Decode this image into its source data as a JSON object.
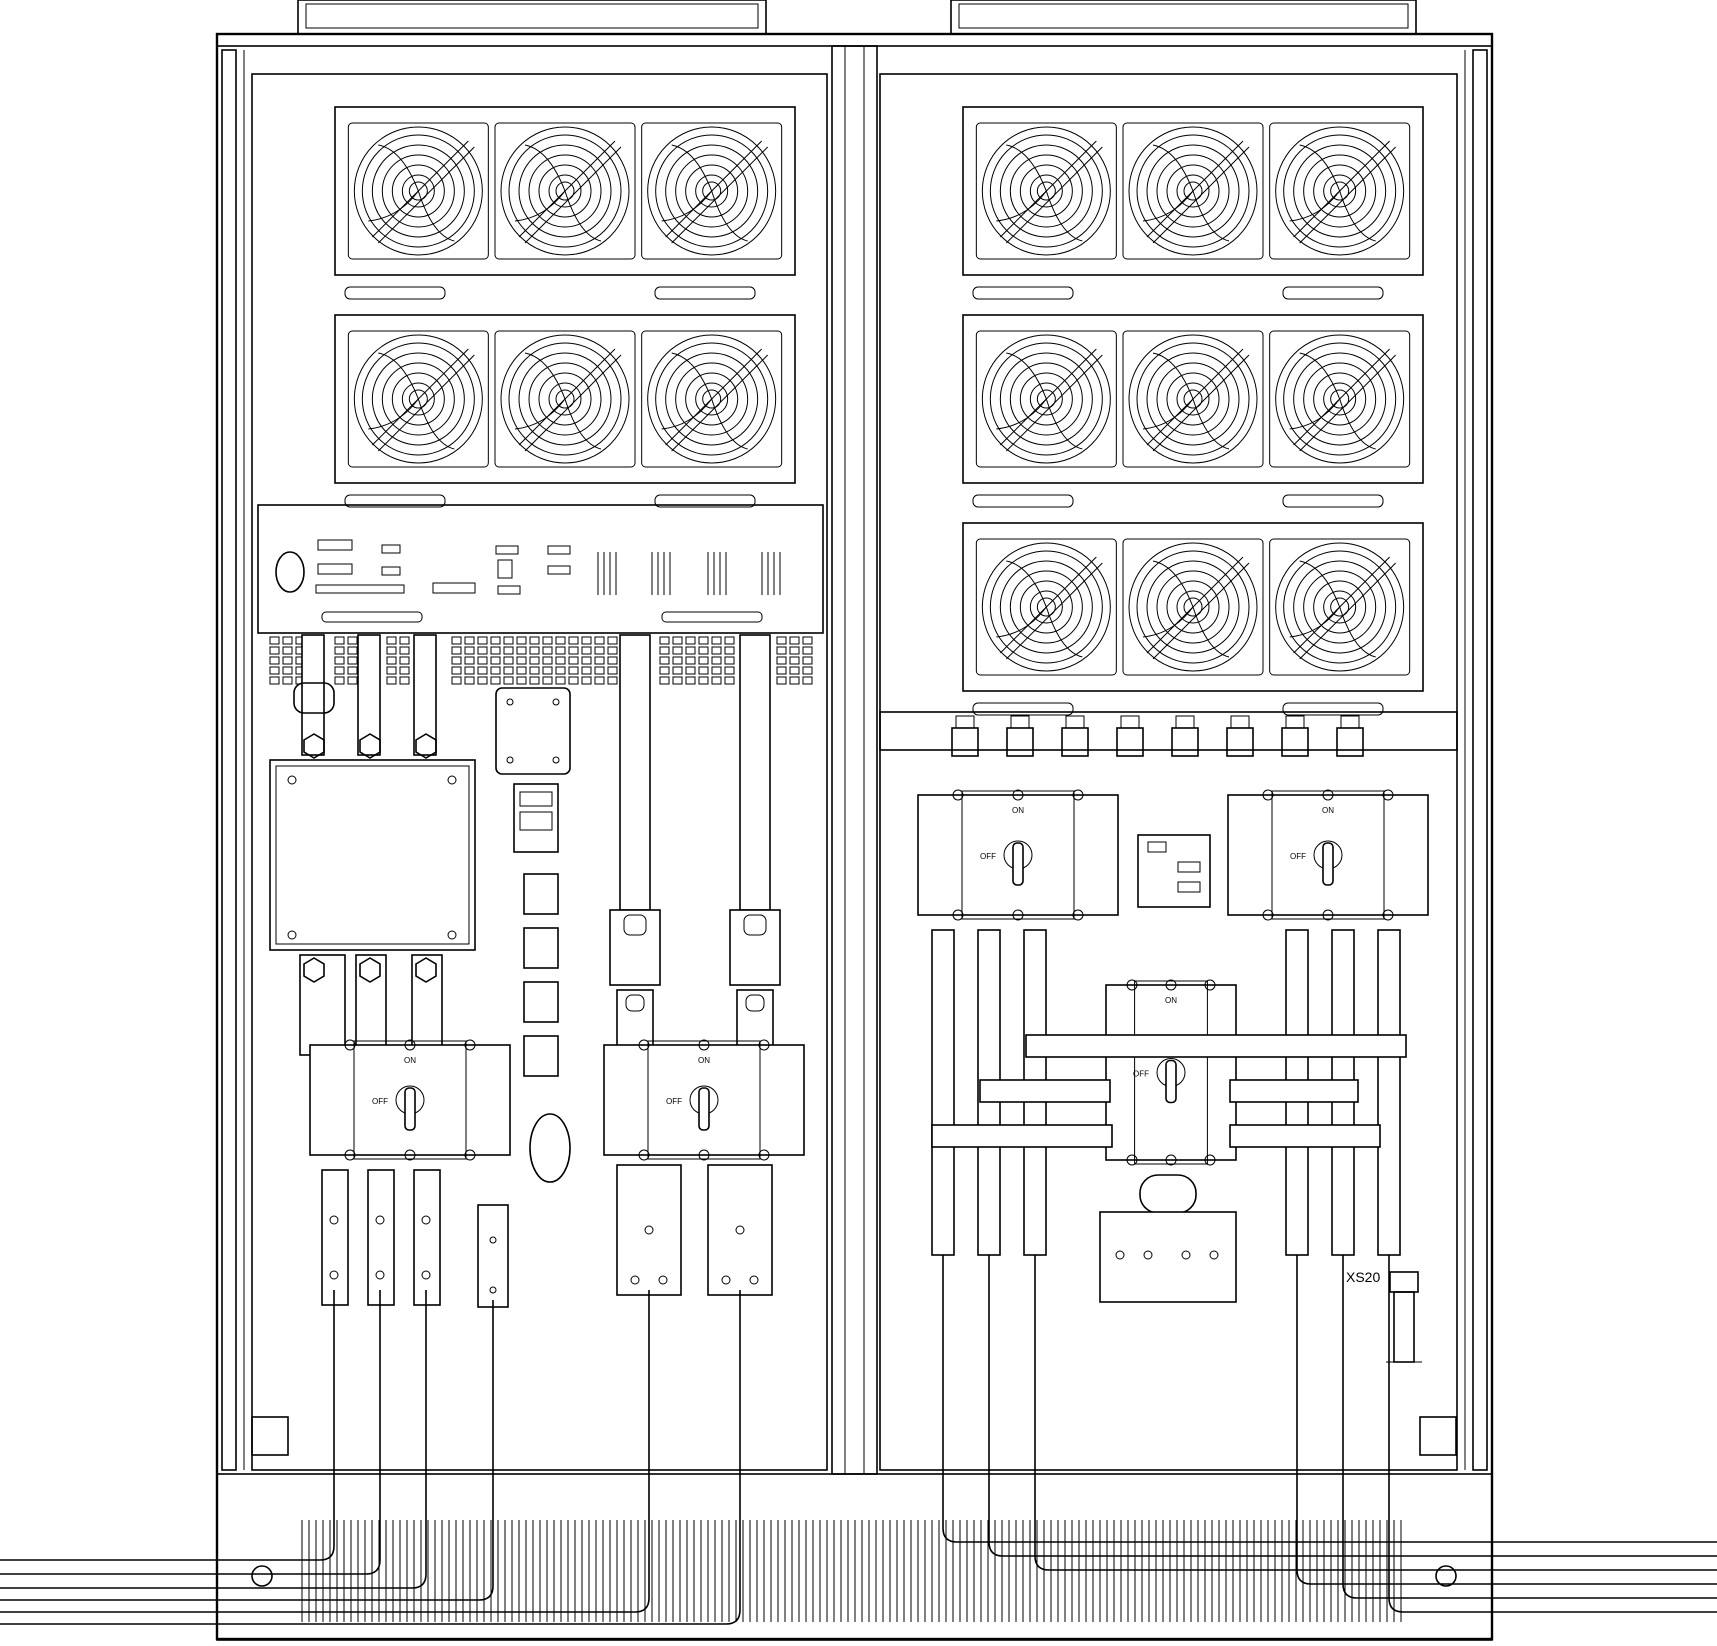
{
  "diagram": {
    "switch_on_label": "ON",
    "switch_off_label": "OFF",
    "connector_label": "XS20",
    "line_color": "#000000",
    "background_color": "#ffffff",
    "left_cabinet": {
      "fan_modules": [
        {
          "fans": [
            {
              "icon": "fan-icon"
            },
            {
              "icon": "fan-icon"
            },
            {
              "icon": "fan-icon"
            }
          ]
        },
        {
          "fans": [
            {
              "icon": "fan-icon"
            },
            {
              "icon": "fan-icon"
            },
            {
              "icon": "fan-icon"
            }
          ]
        }
      ],
      "switches": [
        {
          "on": "ON",
          "off": "OFF"
        },
        {
          "on": "ON",
          "off": "OFF"
        }
      ]
    },
    "right_cabinet": {
      "fan_modules": [
        {
          "fans": [
            {
              "icon": "fan-icon"
            },
            {
              "icon": "fan-icon"
            },
            {
              "icon": "fan-icon"
            }
          ]
        },
        {
          "fans": [
            {
              "icon": "fan-icon"
            },
            {
              "icon": "fan-icon"
            },
            {
              "icon": "fan-icon"
            }
          ]
        },
        {
          "fans": [
            {
              "icon": "fan-icon"
            },
            {
              "icon": "fan-icon"
            },
            {
              "icon": "fan-icon"
            }
          ]
        }
      ],
      "switches": [
        {
          "on": "ON",
          "off": "OFF"
        },
        {
          "on": "ON",
          "off": "OFF"
        },
        {
          "on": "ON",
          "off": "OFF"
        }
      ]
    }
  }
}
